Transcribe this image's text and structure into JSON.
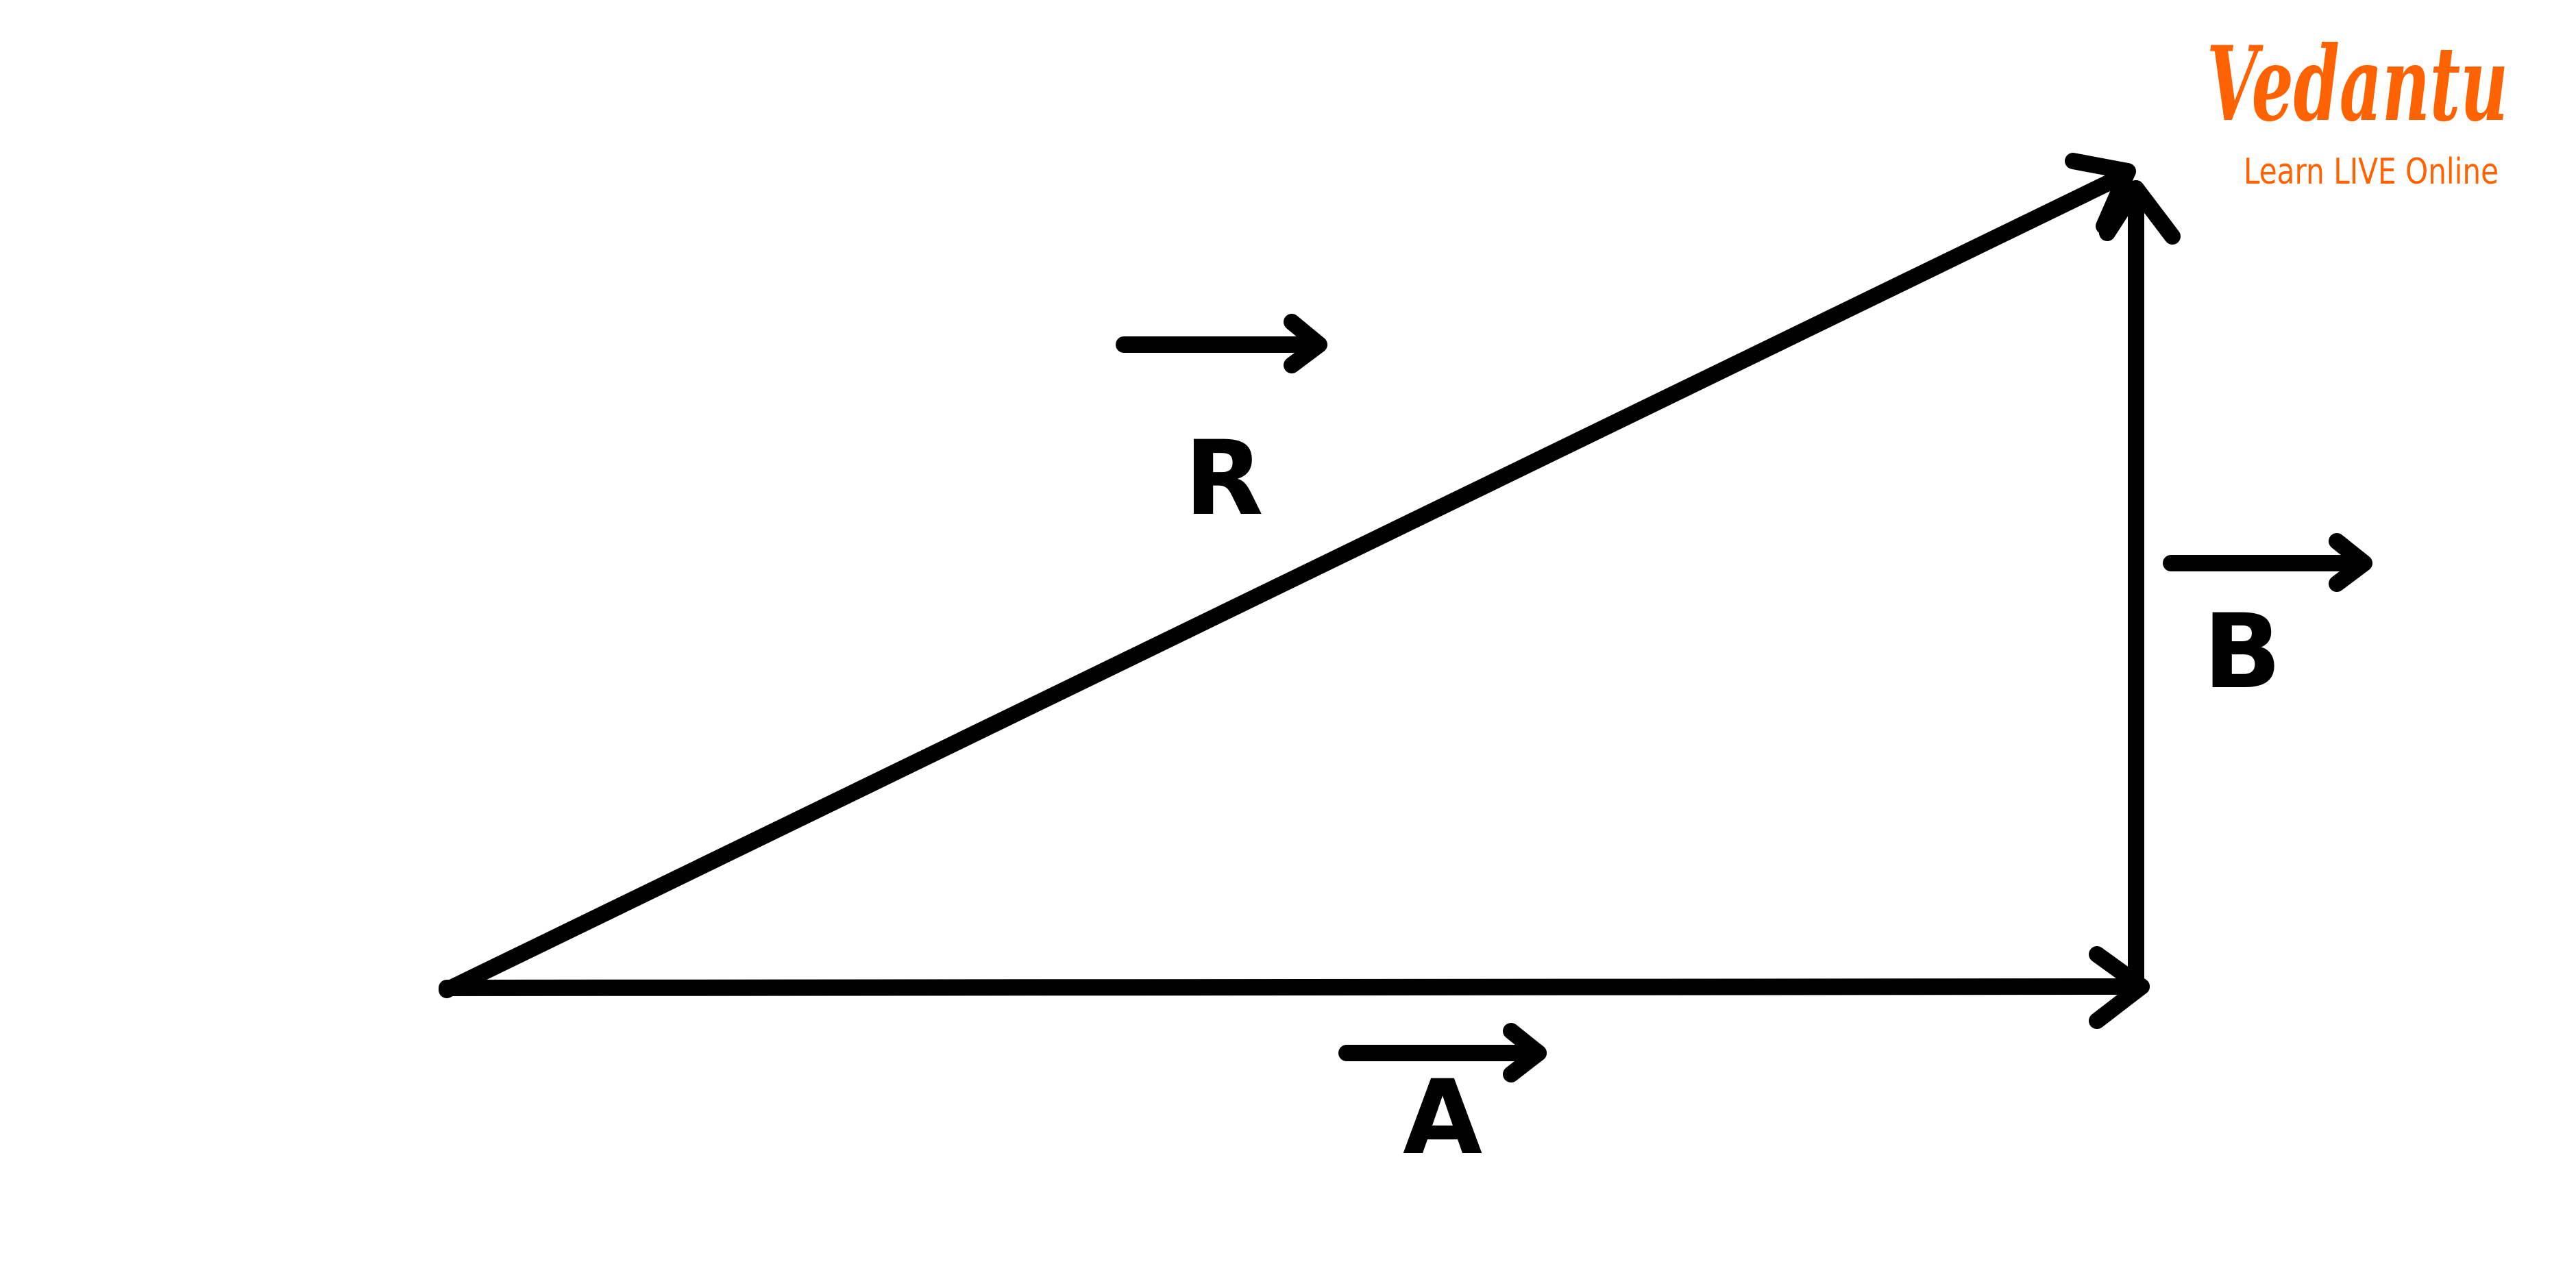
{
  "diagram": {
    "title": "Triangle law of vector addition",
    "vectors": [
      {
        "name": "A",
        "label": "A",
        "role": "horizontal side"
      },
      {
        "name": "B",
        "label": "B",
        "role": "vertical side"
      },
      {
        "name": "R",
        "label": "R",
        "role": "resultant (hypotenuse)"
      }
    ]
  },
  "logo": {
    "brand": "Vedantu",
    "tagline": "Learn LIVE Online"
  },
  "colors": {
    "line": "#000000",
    "brand": "#FF6200"
  }
}
